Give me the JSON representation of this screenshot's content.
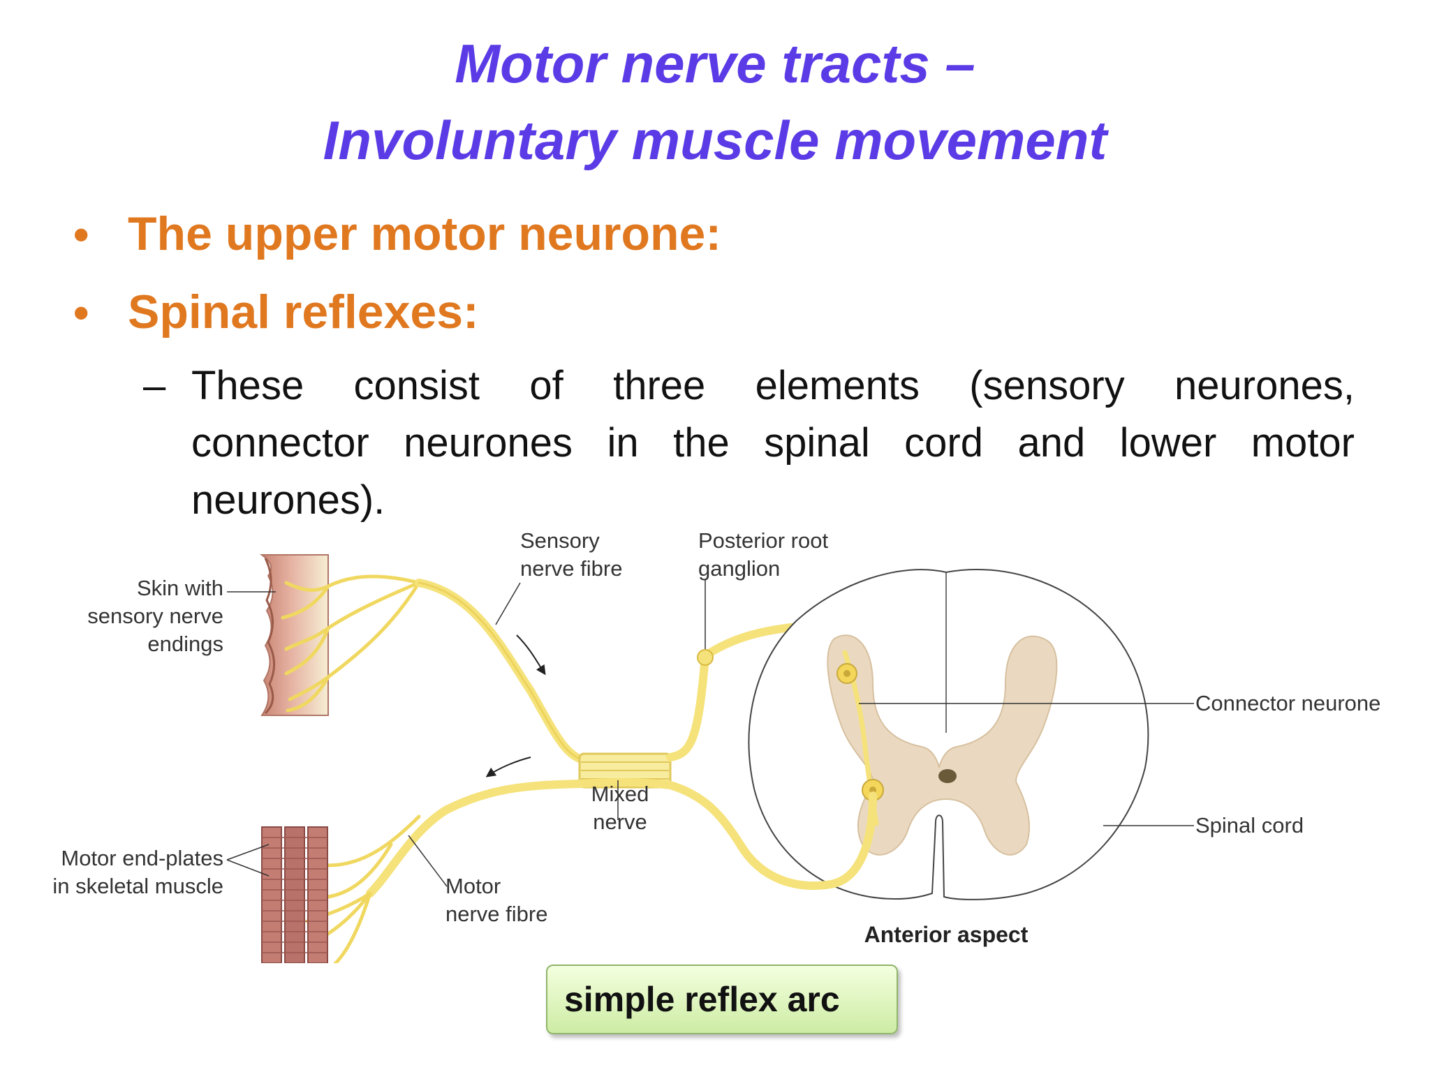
{
  "slide": {
    "title_line1": "Motor nerve tracts –",
    "title_line2": "Involuntary muscle movement",
    "bullets": [
      {
        "marker": "•",
        "text": "The upper motor neurone:"
      },
      {
        "marker": "•",
        "text": "Spinal reflexes:"
      }
    ],
    "sub_bullet": {
      "marker": "–",
      "text": "These consist of three elements (sensory neurones, connector neurones in the spinal cord and lower motor neurones)."
    },
    "caption": "simple reflex arc"
  },
  "diagram": {
    "labels": {
      "skin_line1": "Skin with",
      "skin_line2": "sensory nerve",
      "skin_line3": "endings",
      "sensory_fibre_line1": "Sensory",
      "sensory_fibre_line2": "nerve fibre",
      "posterior_root_line1": "Posterior root",
      "posterior_root_line2": "ganglion",
      "connector_neurone": "Connector neurone",
      "mixed_nerve_line1": "Mixed",
      "mixed_nerve_line2": "nerve",
      "spinal_cord": "Spinal cord",
      "motor_endplates_line1": "Motor end-plates",
      "motor_endplates_line2": "in skeletal muscle",
      "motor_fibre_line1": "Motor",
      "motor_fibre_line2": "nerve fibre",
      "anterior_aspect": "Anterior aspect"
    }
  },
  "colors": {
    "title": "#5b3be6",
    "bullet": "#e07820",
    "nerve": "#f5e27a",
    "grey_matter": "#e9d9c2",
    "skin": "#d99a8a",
    "muscle": "#b0706a",
    "caption_bg": "#d8f0b8"
  }
}
